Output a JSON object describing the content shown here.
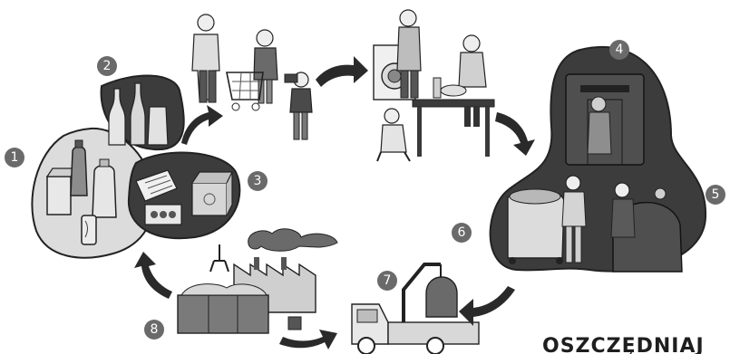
{
  "diagram": {
    "title": "",
    "step_numbers": [
      "1",
      "2",
      "3",
      "4",
      "5",
      "6",
      "7",
      "8"
    ],
    "caption": "OSZCZĘDNIAJ",
    "colors": {
      "badge": "#6a6a6a",
      "blob": "#3c3c3c",
      "blob_light": "#dcdcdc",
      "arrow": "#2a2a2a",
      "ink": "#1e1e1e"
    }
  }
}
